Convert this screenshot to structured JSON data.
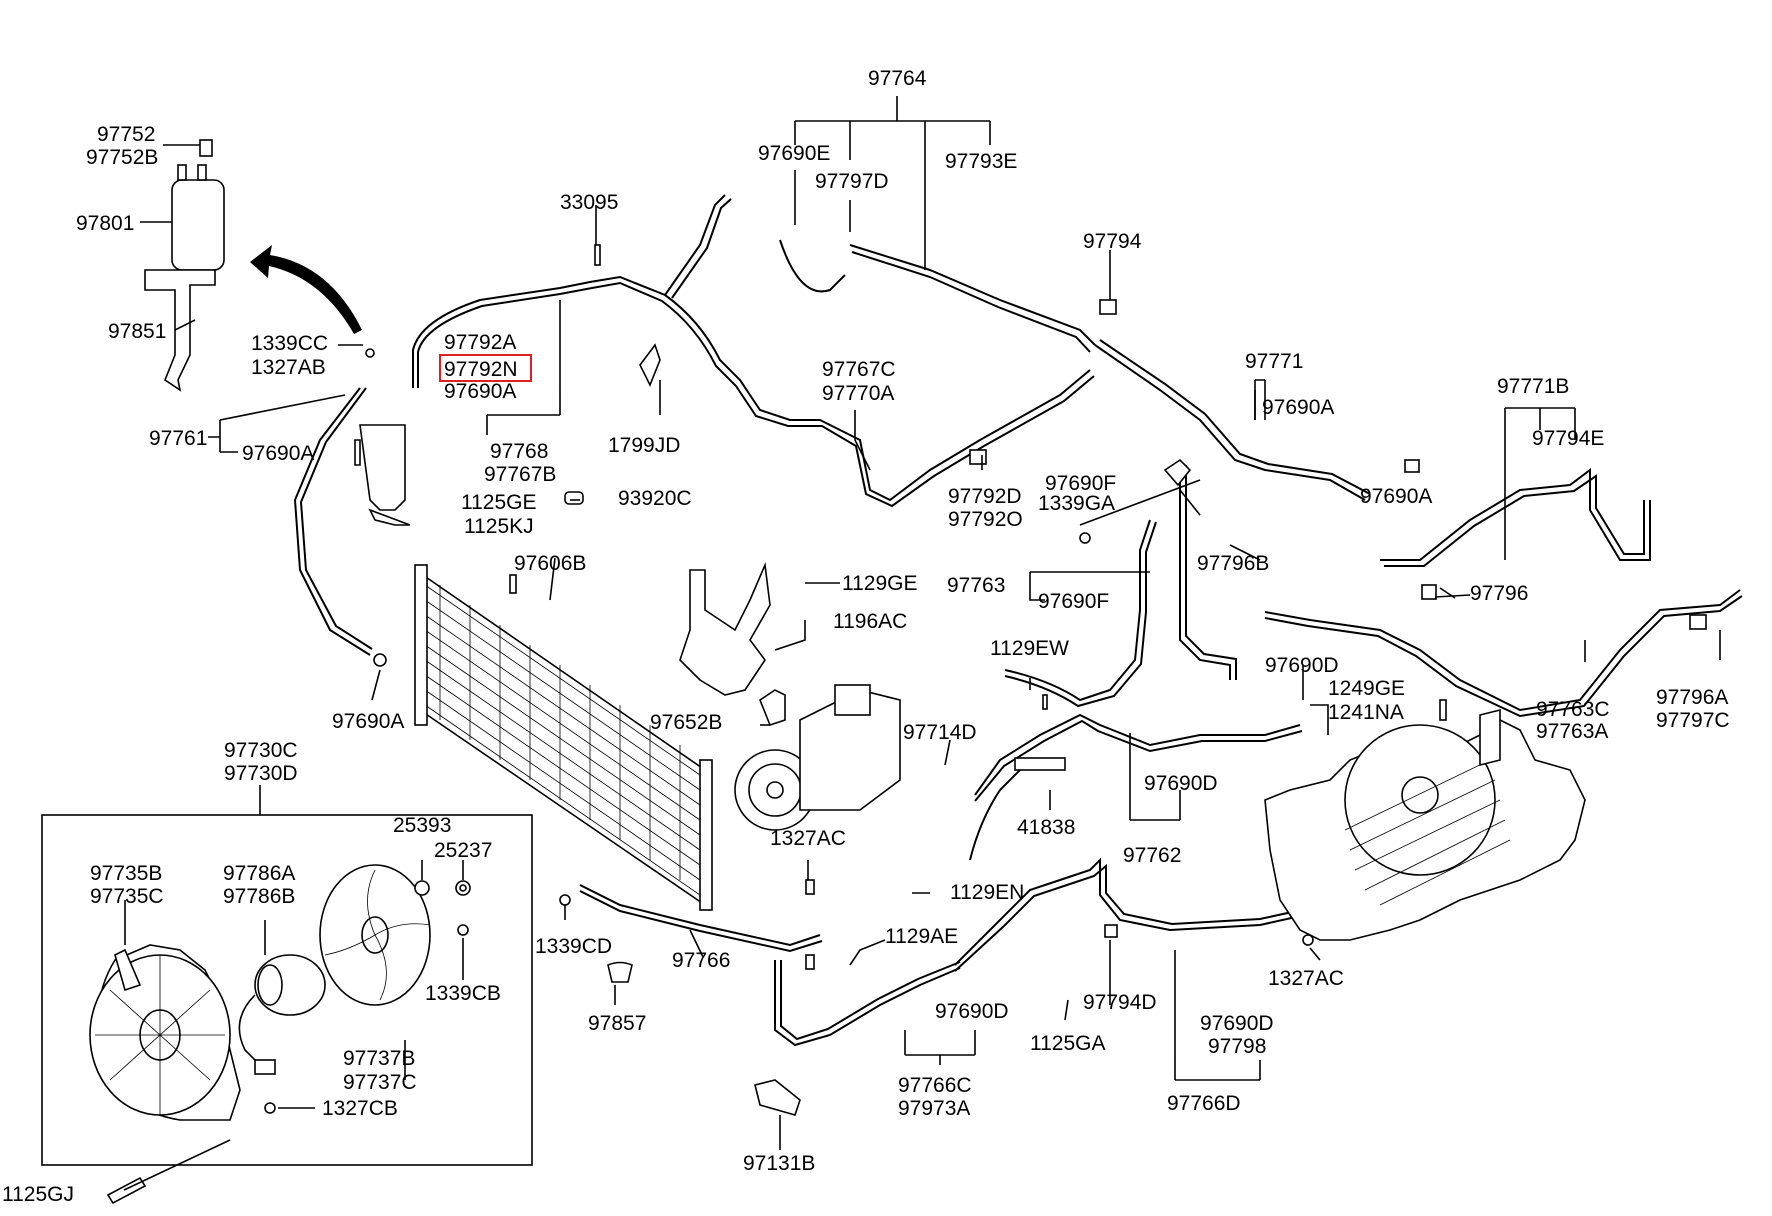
{
  "highlight_color": "#e02020",
  "labels": {
    "l97764": "97764",
    "l97690E": "97690E",
    "l97797D": "97797D",
    "l97793E": "97793E",
    "l97752": "97752",
    "l97752B": "97752B",
    "l97801": "97801",
    "l97851": "97851",
    "l33095": "33095",
    "l97794": "97794",
    "l1339CC": "1339CC",
    "l1327AB": "1327AB",
    "l97792A": "97792A",
    "l97792N": "97792N",
    "l97690A_1": "97690A",
    "l97761": "97761",
    "l97690A_2": "97690A",
    "l97768": "97768",
    "l97767B": "97767B",
    "l1799JD": "1799JD",
    "l97767C": "97767C",
    "l97770A": "97770A",
    "l97771": "97771",
    "l97690A_3": "97690A",
    "l97771B": "97771B",
    "l97794E": "97794E",
    "l1125GE": "1125GE",
    "l1125KJ": "1125KJ",
    "l93920C": "93920C",
    "l97792D": "97792D",
    "l97792O": "97792O",
    "l97690F_1": "97690F",
    "l1339GA": "1339GA",
    "l97690A_4": "97690A",
    "l97606B": "97606B",
    "l1129GE": "1129GE",
    "l97763": "97763",
    "l97690F_2": "97690F",
    "l97796B": "97796B",
    "l97796": "97796",
    "l1196AC": "1196AC",
    "l1129EW": "1129EW",
    "l97690D_1": "97690D",
    "l1249GE": "1249GE",
    "l1241NA": "1241NA",
    "l97763C": "97763C",
    "l97763A": "97763A",
    "l97796A": "97796A",
    "l97797C": "97797C",
    "l97690A_5": "97690A",
    "l97652B": "97652B",
    "l97714D": "97714D",
    "l97690D_2": "97690D",
    "l97730C": "97730C",
    "l97730D": "97730D",
    "l41838": "41838",
    "l97762": "97762",
    "l1327AC_1": "1327AC",
    "l25393": "25393",
    "l25237": "25237",
    "l97735B": "97735B",
    "l97735C": "97735C",
    "l97786A": "97786A",
    "l97786B": "97786B",
    "l1129EN": "1129EN",
    "l1339CD": "1339CD",
    "l97766": "97766",
    "l1129AE": "1129AE",
    "l1327AC_2": "1327AC",
    "l1339CB": "1339CB",
    "l97857": "97857",
    "l97690D_3": "97690D",
    "l97794D": "97794D",
    "l97690D_4": "97690D",
    "l97798": "97798",
    "l1125GA": "1125GA",
    "l97737B": "97737B",
    "l97737C": "97737C",
    "l97766C": "97766C",
    "l97973A": "97973A",
    "l97766D": "97766D",
    "l1327CB": "1327CB",
    "l97131B": "97131B",
    "l1125GJ": "1125GJ"
  }
}
